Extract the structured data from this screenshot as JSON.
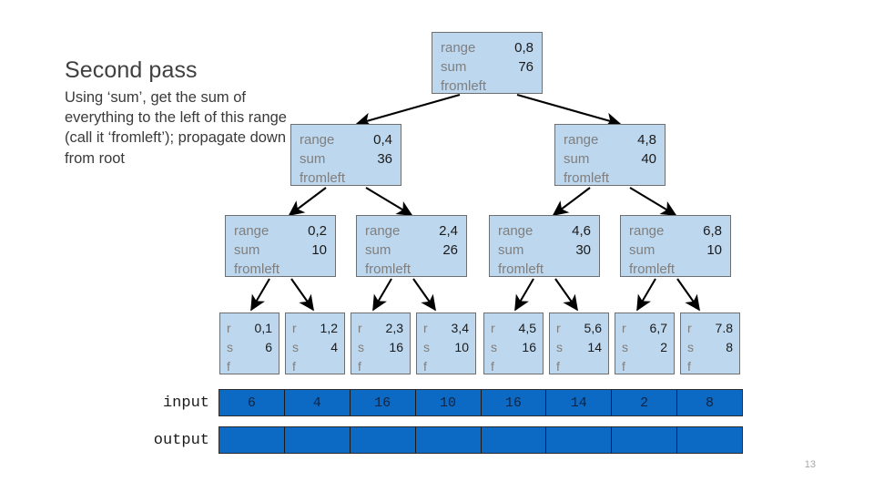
{
  "slide": {
    "title": "Second pass",
    "body": "Using ‘sum’, get the sum of everything to the left of this range (call it ‘fromleft’); propagate down from root",
    "page_number": "13"
  },
  "colors": {
    "node_fill": "#bdd7ee",
    "node_border": "#6f6f6f",
    "node_label": "#7f7f7f",
    "node_value": "#1a1a1a",
    "bar_fill": "#0d6ac4",
    "bar_border": "#2b2b2b",
    "title_text": "#404040",
    "page_number": "#a6a6a6"
  },
  "labels": {
    "range": "range",
    "sum": "sum",
    "fromleft": "fromleft",
    "range_short": "r",
    "sum_short": "s",
    "fromleft_short": "f"
  },
  "tree": {
    "root": {
      "range": "0,8",
      "sum": "76",
      "fromleft": ""
    },
    "level1": [
      {
        "range": "0,4",
        "sum": "36",
        "fromleft": ""
      },
      {
        "range": "4,8",
        "sum": "40",
        "fromleft": ""
      }
    ],
    "level2": [
      {
        "range": "0,2",
        "sum": "10",
        "fromleft": ""
      },
      {
        "range": "2,4",
        "sum": "26",
        "fromleft": ""
      },
      {
        "range": "4,6",
        "sum": "30",
        "fromleft": ""
      },
      {
        "range": "6,8",
        "sum": "10",
        "fromleft": ""
      }
    ],
    "leaves": [
      {
        "range": "0,1",
        "sum": "6",
        "fromleft": ""
      },
      {
        "range": "1,2",
        "sum": "4",
        "fromleft": ""
      },
      {
        "range": "2,3",
        "sum": "16",
        "fromleft": ""
      },
      {
        "range": "3,4",
        "sum": "10",
        "fromleft": ""
      },
      {
        "range": "4,5",
        "sum": "16",
        "fromleft": ""
      },
      {
        "range": "5,6",
        "sum": "14",
        "fromleft": ""
      },
      {
        "range": "6,7",
        "sum": "2",
        "fromleft": ""
      },
      {
        "range": "7.8",
        "sum": "8",
        "fromleft": ""
      }
    ]
  },
  "arrays": {
    "input": {
      "label": "input",
      "values": [
        "6",
        "4",
        "16",
        "10",
        "16",
        "14",
        "2",
        "8"
      ]
    },
    "output": {
      "label": "output",
      "values": [
        "",
        "",
        "",
        "",
        "",
        "",
        "",
        ""
      ]
    }
  }
}
